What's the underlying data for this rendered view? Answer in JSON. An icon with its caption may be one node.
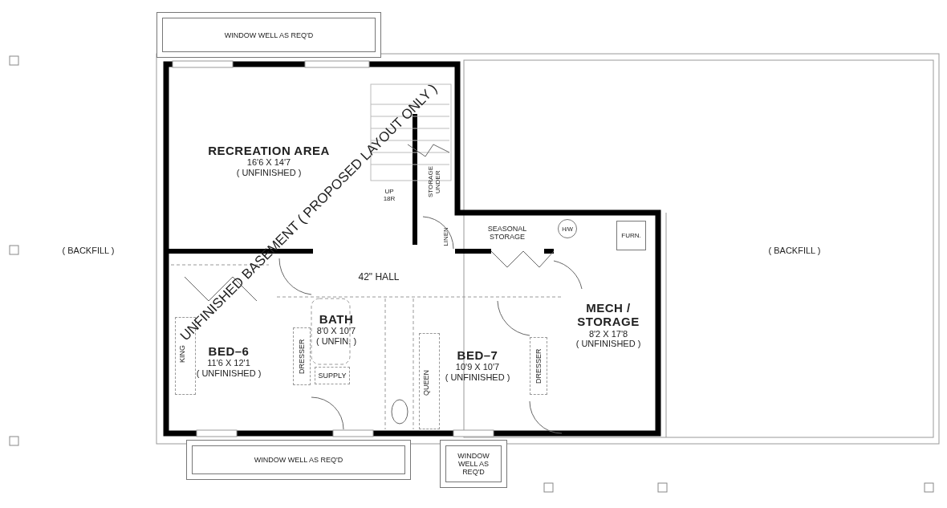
{
  "diagram": {
    "nodes": [
      {
        "text": [
          "WINDOW WELL AS REQ'D"
        ]
      },
      {
        "text": [
          "RECREATION AREA",
          "16'6 X 14'7",
          "( UNFINISHED )"
        ]
      },
      {
        "text": [
          "SEASONAL STORAGE"
        ]
      },
      {
        "text": [
          "MECH / STORAGE",
          "8'2 X 17'8",
          "( UNFINISHED )"
        ]
      },
      {
        "text": [
          "H/W"
        ],
        "in": 3
      },
      {
        "text": [
          "FURN."
        ],
        "in": 3
      },
      {
        "text": [
          "BED–6",
          "11'6 X 12'1",
          "( UNFINISHED )"
        ]
      },
      {
        "text": [
          "KING"
        ],
        "in": 6
      },
      {
        "text": [
          "DRESSER"
        ],
        "in": 6
      },
      {
        "text": [
          "BATH",
          "8'0 X 10'7",
          "( UNFIN. )"
        ]
      },
      {
        "text": [
          "SUPPLY"
        ],
        "in": 9
      },
      {
        "text": [
          "BED–7",
          "10'9 X 10'7",
          "( UNFINISHED )"
        ]
      },
      {
        "text": [
          "QUEEN"
        ],
        "in": 11
      },
      {
        "text": [
          "DRESSER"
        ],
        "in": 11
      },
      {
        "text": [
          "WINDOW WELL AS REQ'D"
        ]
      },
      {
        "text": [
          "WINDOW WELL AS REQ'D"
        ]
      }
    ],
    "labels": [
      "( BACKFILL )",
      "UNFINISHED BASEMENT ( PROPOSED LAYOUT ONLY )",
      "UP 18R",
      "STORAGE UNDER",
      "LINEN",
      "( BACKFILL )",
      "42\" HALL"
    ]
  }
}
